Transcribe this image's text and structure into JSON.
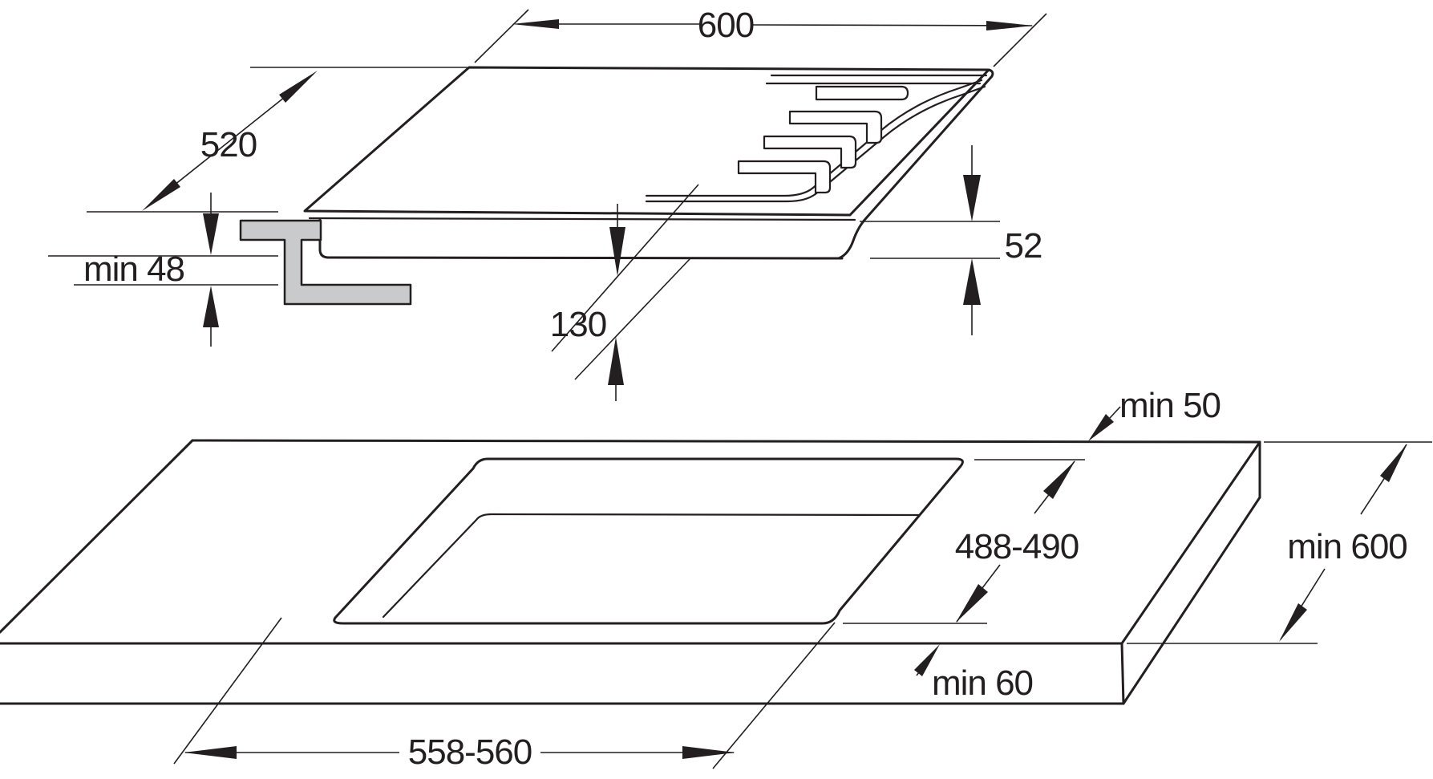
{
  "drawing": {
    "background": "#ffffff",
    "line_color": "#231f20",
    "bracket_fill": "#c9cacc",
    "hob": {
      "dimensions": {
        "width": "600",
        "depth": "520",
        "height": "52",
        "grate_offset": "130",
        "clearance_below": "min 48"
      }
    },
    "worktop": {
      "dimensions": {
        "cutout_width": "558-560",
        "cutout_depth": "488-490",
        "distance_to_rear_edge": "min 50",
        "distance_to_front_edge": "min 60",
        "worktop_depth": "min 600"
      }
    }
  }
}
